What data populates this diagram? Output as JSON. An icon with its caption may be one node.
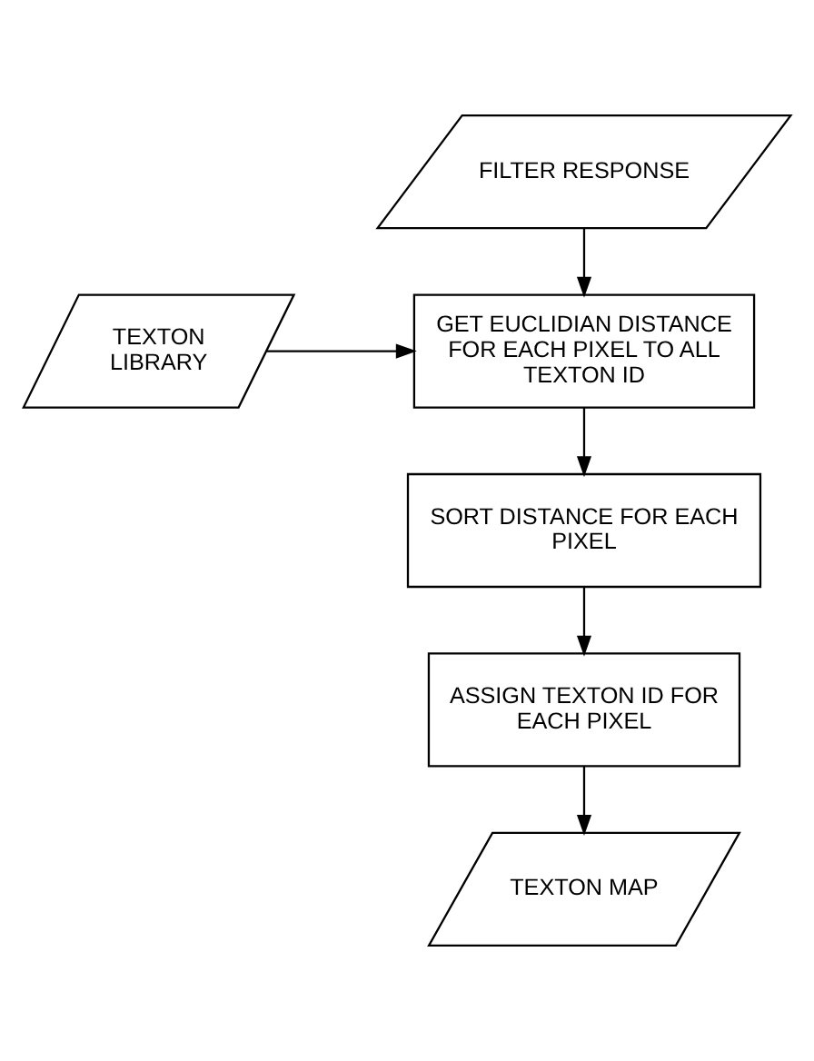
{
  "diagram": {
    "nodes": [
      {
        "text": [
          "FILTER RESPONSE"
        ]
      },
      {
        "text": [
          "TEXTON LIBRARY"
        ]
      },
      {
        "text": [
          "GET EUCLIDIAN DISTANCE FOR EACH PIXEL TO ALL TEXTON ID"
        ]
      },
      {
        "text": [
          "SORT DISTANCE FOR EACH PIXEL"
        ]
      },
      {
        "text": [
          "ASSIGN TEXTON ID FOR EACH PIXEL"
        ]
      },
      {
        "text": [
          "TEXTON MAP"
        ]
      }
    ],
    "edges": [
      {
        "from": 0,
        "to": 2,
        "arrow": "to"
      },
      {
        "from": 1,
        "to": 2,
        "arrow": "to"
      },
      {
        "from": 2,
        "to": 3,
        "arrow": "to"
      },
      {
        "from": 3,
        "to": 4,
        "arrow": "to"
      },
      {
        "from": 4,
        "to": 5,
        "arrow": "to"
      }
    ]
  }
}
